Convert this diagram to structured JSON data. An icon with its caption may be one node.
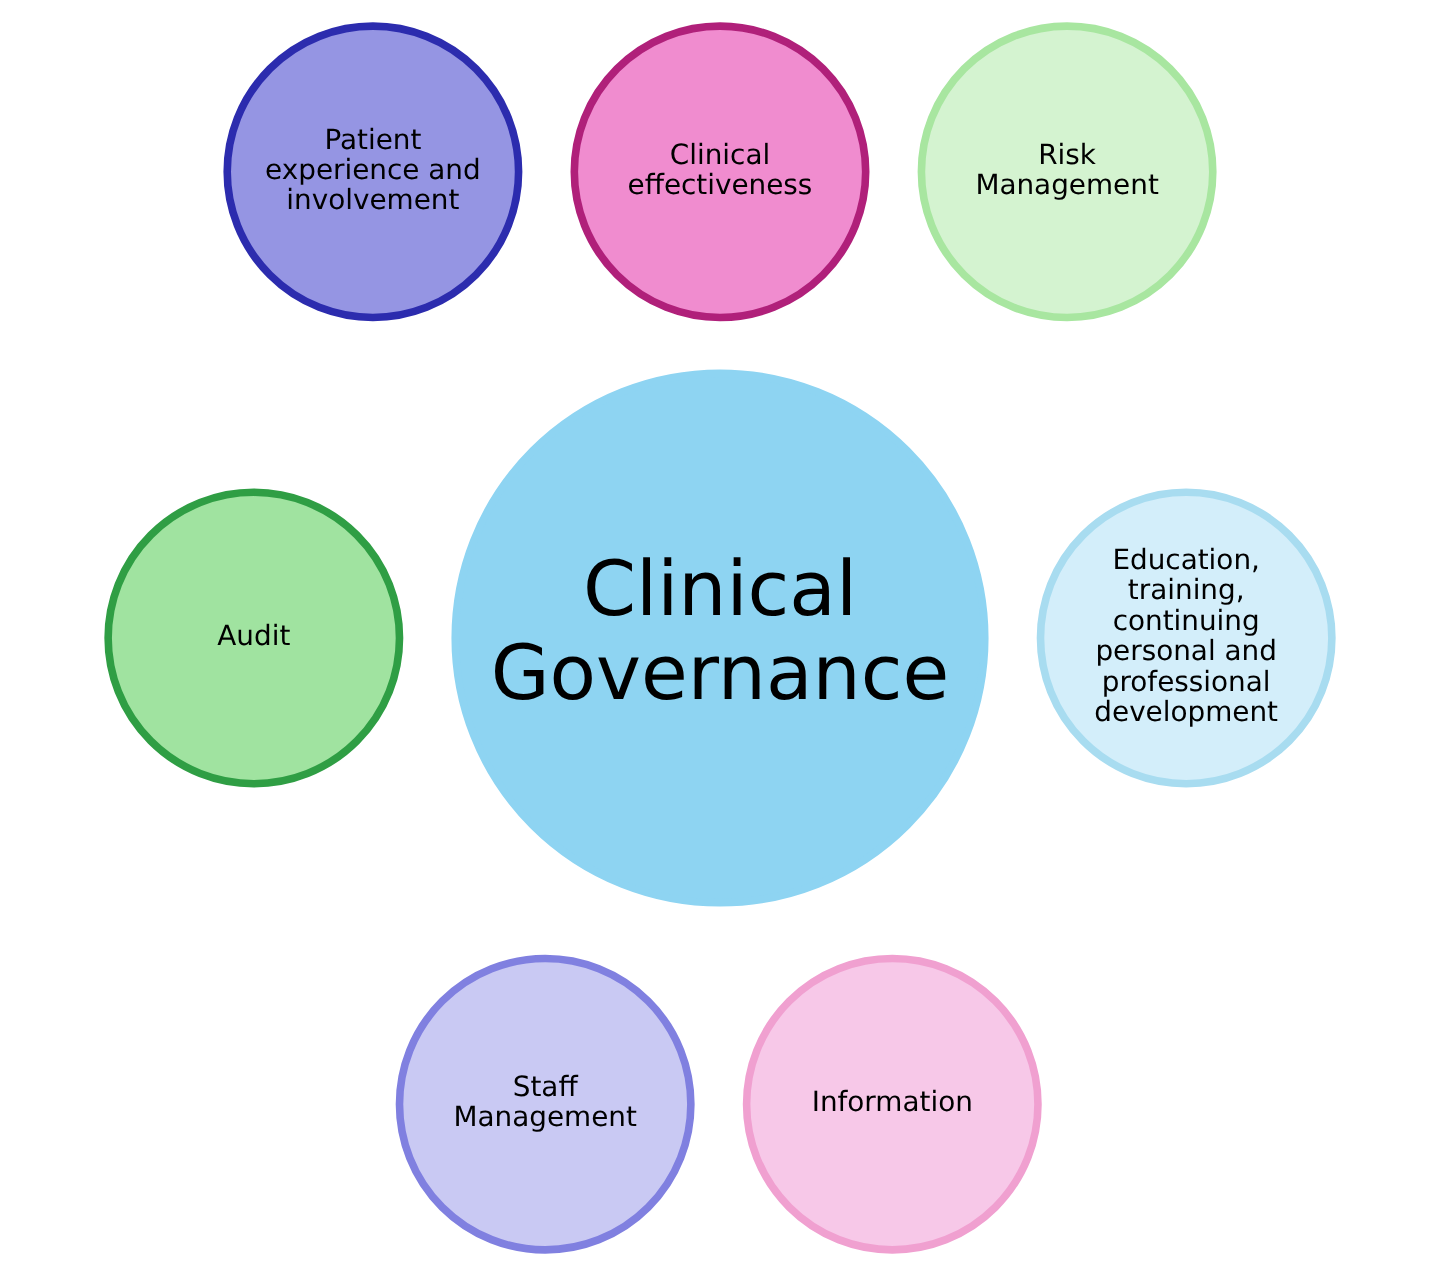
{
  "diagram": {
    "nodes": [
      {
        "text": [
          "Clinical effectiveness"
        ]
      },
      {
        "text": [
          "Patient experience and involvement"
        ]
      },
      {
        "text": [
          "Risk Management"
        ]
      },
      {
        "text": [
          "Clinical Governance"
        ]
      },
      {
        "text": [
          "Audit"
        ]
      },
      {
        "text": [
          "Education, training, continuing personal and professional development"
        ]
      },
      {
        "text": [
          "Staff Management"
        ]
      },
      {
        "text": [
          "Information"
        ]
      }
    ]
  }
}
